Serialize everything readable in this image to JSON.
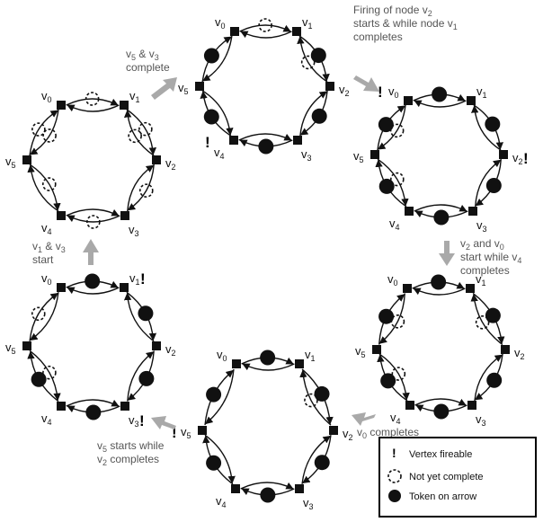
{
  "captions": {
    "c1": {
      "lines": [
        {
          "parts": [
            "v",
            "5",
            " & v",
            "3"
          ]
        },
        {
          "parts": [
            "complete"
          ]
        }
      ]
    },
    "c2": {
      "lines": [
        {
          "parts": [
            "Firing of node v",
            "2"
          ]
        },
        {
          "parts": [
            "starts & while node v",
            "1"
          ]
        },
        {
          "parts": [
            "completes"
          ]
        }
      ]
    },
    "c3": {
      "lines": [
        {
          "parts": [
            "v",
            "2",
            " and v",
            "0"
          ]
        },
        {
          "parts": [
            "start while v",
            "4"
          ]
        },
        {
          "parts": [
            "completes"
          ]
        }
      ]
    },
    "c4": {
      "lines": [
        {
          "parts": [
            "v",
            "0",
            " completes"
          ]
        }
      ]
    },
    "c5": {
      "lines": [
        {
          "parts": [
            "v",
            "5",
            " starts while"
          ]
        },
        {
          "parts": [
            "v",
            "2",
            " completes"
          ]
        }
      ]
    },
    "c6": {
      "lines": [
        {
          "parts": [
            "v",
            "1",
            " & v",
            "3"
          ]
        },
        {
          "parts": [
            "start"
          ]
        }
      ]
    }
  },
  "vertex_labels": [
    "v0",
    "v1",
    "v2",
    "v3",
    "v4",
    "v5"
  ],
  "fireable_mark": "!",
  "states": [
    {
      "id": "state-1",
      "fireable": [],
      "tokens": [],
      "incomplete": [
        "0-1",
        "1-2",
        "2-1",
        "2-3",
        "3-4",
        "5-4",
        "5-0",
        "0-5"
      ]
    },
    {
      "id": "state-2",
      "fireable": [
        "v4"
      ],
      "tokens": [
        "1-2",
        "2-3",
        "3-4",
        "4-5",
        "5-0"
      ],
      "incomplete": [
        "0-1",
        "2-1"
      ]
    },
    {
      "id": "state-3",
      "fireable": [
        "v0",
        "v2"
      ],
      "tokens": [
        "1-2",
        "2-3",
        "3-4",
        "4-5",
        "5-0",
        "0-1"
      ],
      "incomplete": [
        "3-4",
        "5-4",
        "5-0",
        "0-5"
      ]
    },
    {
      "id": "state-4",
      "fireable": [],
      "tokens": [
        "1-2",
        "2-3",
        "3-4",
        "4-5",
        "5-0",
        "0-1"
      ],
      "incomplete": [
        "0-1",
        "1-2",
        "2-1",
        "2-3",
        "3-4",
        "5-4",
        "5-0",
        "0-5"
      ]
    },
    {
      "id": "state-5",
      "fireable": [
        "v5"
      ],
      "tokens": [
        "1-2",
        "2-3",
        "3-4",
        "4-5",
        "5-0",
        "0-1"
      ],
      "incomplete": [
        "1-2",
        "2-3",
        "2-1"
      ]
    },
    {
      "id": "state-6",
      "fireable": [
        "v1",
        "v3"
      ],
      "tokens": [
        "1-2",
        "2-3",
        "3-4",
        "4-5",
        "0-1"
      ],
      "incomplete": [
        "4-5",
        "5-0",
        "5-4"
      ]
    }
  ],
  "legend": {
    "items": [
      {
        "icon": "exclamation-icon",
        "label": "Vertex fireable"
      },
      {
        "icon": "dashed-circle-icon",
        "label": "Not yet complete"
      },
      {
        "icon": "filled-circle-icon",
        "label": "Token on arrow"
      }
    ]
  }
}
